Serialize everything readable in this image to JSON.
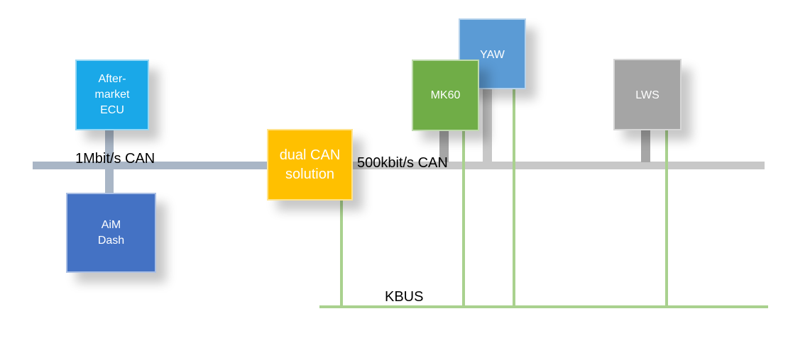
{
  "nodes": {
    "aftermarket_ecu": {
      "label": "After-\nmarket\nECU",
      "color": "#1aa8e8"
    },
    "aim_dash": {
      "label": "AiM\nDash",
      "color": "#4472c4"
    },
    "dual_can": {
      "label": "dual CAN\nsolution",
      "color": "#ffc000"
    },
    "mk60": {
      "label": "MK60",
      "color": "#70ad47"
    },
    "yaw": {
      "label": "YAW",
      "color": "#5b9bd5"
    },
    "lws": {
      "label": "LWS",
      "color": "#a5a5a5"
    }
  },
  "buses": {
    "can_1m": {
      "label": "1Mbit/s CAN",
      "color": "#a9b6c6"
    },
    "can_500k": {
      "label": "500kbit/s CAN",
      "color": "#c8c8c8"
    },
    "kbus": {
      "label": "KBUS",
      "color": "#a9d18e"
    }
  }
}
